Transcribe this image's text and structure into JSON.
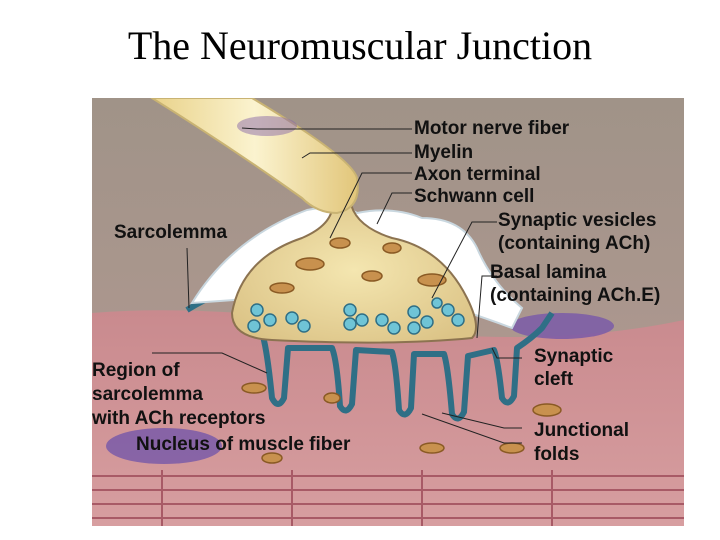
{
  "title": "The Neuromuscular Junction",
  "labels": {
    "motor_nerve_fiber": "Motor nerve fiber",
    "myelin": "Myelin",
    "axon_terminal": "Axon terminal",
    "schwann_cell": "Schwann cell",
    "synaptic_vesicles": [
      "Synaptic vesicles",
      "(containing ACh)"
    ],
    "basal_lamina": [
      "Basal lamina",
      "(containing ACh.E)"
    ],
    "sarcolemma": "Sarcolemma",
    "region_of_sarcolemma": [
      "Region of",
      "sarcolemma",
      "with ACh receptors"
    ],
    "nucleus_of_muscle_fiber": "Nucleus of muscle fiber",
    "synaptic_cleft": [
      "Synaptic",
      "cleft"
    ],
    "junctional_folds": [
      "Junctional",
      "folds"
    ]
  },
  "colors": {
    "background_tissue": "#9a8f87",
    "muscle_fiber": "#c9848a",
    "axon_terminal": "#e8d79a",
    "myelin": "#f6eec8",
    "schwann_cell": "#ffffff",
    "basal_lamina": "#2f6f86",
    "vesicles": "#6fc4d6",
    "nucleus": "#7a5aa8"
  }
}
